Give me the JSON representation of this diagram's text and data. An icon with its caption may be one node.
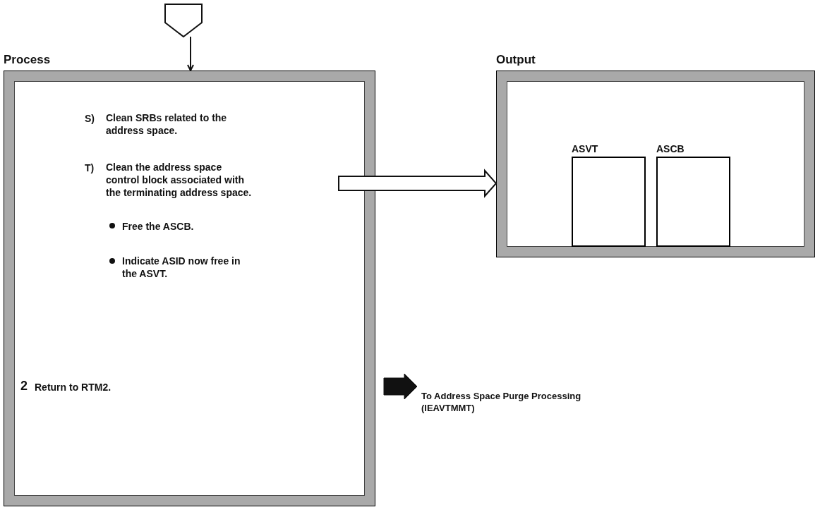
{
  "diagram": {
    "nodes": [
      {
        "text": [],
        "shape": "pentagon"
      },
      {
        "text": [
          "Process",
          "S)",
          "Clean SRBs related to the address space.",
          "T)",
          "Clean the address space control block associated with the terminating address space.",
          "Free the ASCB.",
          "Indicate ASID now free in the ASVT.",
          "2",
          "Return to RTM2."
        ]
      },
      {
        "text": [
          "Output"
        ]
      },
      {
        "text": [
          "ASVT"
        ],
        "in": 2
      },
      {
        "text": [
          "ASCB"
        ],
        "in": 2
      },
      {
        "text": [
          "To Address Space Purge Processing (IEAVTMMT)"
        ]
      }
    ],
    "edges": [
      {
        "from": 0,
        "to": 1,
        "arrow": "to"
      },
      {
        "from": 1,
        "to": 2,
        "arrow": "to",
        "style": "thick"
      },
      {
        "from": 1,
        "to": 5,
        "arrow": "to",
        "style": "thick",
        "color": "#111111"
      }
    ]
  }
}
